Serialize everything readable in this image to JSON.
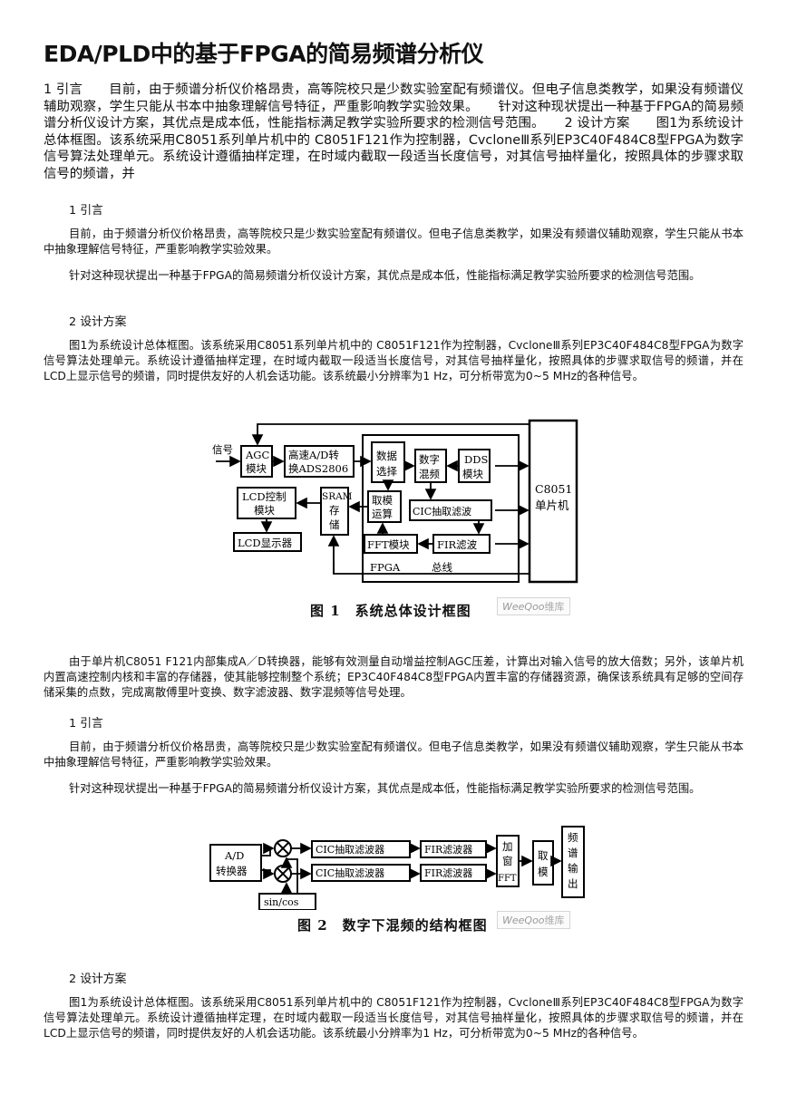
{
  "title": "EDA/PLD中的基于FPGA的简易频谱分析仪",
  "intro": "1 引言　　目前，由于频谱分析仪价格昂贵，高等院校只是少数实验室配有频谱仪。但电子信息类教学，如果没有频谱仪辅助观察，学生只能从书本中抽象理解信号特征，严重影响教学实验效果。　　针对这种现状提出一种基于FPGA的简易频谱分析仪设计方案，其优点是成本低，性能指标满足教学实验所要求的检测信号范围。　　2 设计方案　　图1为系统设计总体框图。该系统采用C8051系列单片机中的 C8051F121作为控制器，CvcloneⅢ系列EP3C40F484C8型FPGA为数字信号算法处理单元。系统设计遵循抽样定理，在时域内截取一段适当长度信号，对其信号抽样量化，按照具体的步骤求取信号的频谱，并",
  "sections": {
    "h1": "1 引言",
    "p1": "目前，由于频谱分析仪价格昂贵，高等院校只是少数实验室配有频谱仪。但电子信息类教学，如果没有频谱仪辅助观察，学生只能从书本中抽象理解信号特征，严重影响教学实验效果。",
    "p2": "针对这种现状提出一种基于FPGA的简易频谱分析仪设计方案，其优点是成本低，性能指标满足教学实验所要求的检测信号范围。",
    "h2": "2 设计方案",
    "p3": "图1为系统设计总体框图。该系统采用C8051系列单片机中的 C8051F121作为控制器，CvcloneⅢ系列EP3C40F484C8型FPGA为数字信号算法处理单元。系统设计遵循抽样定理，在时域内截取一段适当长度信号，对其信号抽样量化，按照具体的步骤求取信号的频谱，并在LCD上显示信号的频谱，同时提供友好的人机会话功能。该系统最小分辨率为1 Hz，可分析带宽为0~5 MHz的各种信号。",
    "p4": "由于单片机C8051 F121内部集成A／D转换器，能够有效测量自动增益控制AGC压差，计算出对输入信号的放大倍数；另外，该单片机内置高速控制内核和丰富的存储器，使其能够控制整个系统；EP3C40F484C8型FPGA内置丰富的存储器资源，确保该系统具有足够的空间存储采集的点数，完成离散傅里叶变换、数字滤波器、数字混频等信号处理。",
    "h3": "1 引言",
    "p5": "目前，由于频谱分析仪价格昂贵，高等院校只是少数实验室配有频谱仪。但电子信息类教学，如果没有频谱仪辅助观察，学生只能从书本中抽象理解信号特征，严重影响教学实验效果。",
    "p6": "针对这种现状提出一种基于FPGA的简易频谱分析仪设计方案，其优点是成本低，性能指标满足教学实验所要求的检测信号范围。",
    "h4": "2 设计方案",
    "p7": "图1为系统设计总体框图。该系统采用C8051系列单片机中的 C8051F121作为控制器，CvcloneⅢ系列EP3C40F484C8型FPGA为数字信号算法处理单元。系统设计遵循抽样定理，在时域内截取一段适当长度信号，对其信号抽样量化，按照具体的步骤求取信号的频谱，并在LCD上显示信号的频谱，同时提供友好的人机会话功能。该系统最小分辨率为1 Hz，可分析带宽为0~5 MHz的各种信号。"
  },
  "figure1": {
    "caption": "图 1　系统总体设计框图",
    "watermark_latin": "WeeQoo",
    "watermark_zh": "维库",
    "labels": {
      "signal": "信号",
      "agc1": "AGC",
      "agc2": "模块",
      "adc1": "高速A/D转",
      "adc2": "换ADS2806",
      "sel1": "数据",
      "sel2": "选择",
      "mix1": "数字",
      "mix2": "混频",
      "dds1": "DDS",
      "dds2": "模块",
      "mcu1": "C8051",
      "mcu2": "单片机",
      "lcdc1": "LCD控制",
      "lcdc2": "模块",
      "sram1": "SRAM",
      "sram2": "存",
      "sram3": "储",
      "mod1": "取模",
      "mod2": "运算",
      "cic": "CIC抽取滤波",
      "lcd": "LCD显示器",
      "fft": "FFT模块",
      "fir": "FIR滤波",
      "fpga": "FPGA",
      "bus": "总线"
    }
  },
  "figure2": {
    "caption": "图 2　数字下混频的结构框图",
    "watermark_latin": "WeeQoo",
    "watermark_zh": "维库",
    "labels": {
      "ad1": "A/D",
      "ad2": "转换器",
      "cic1": "CIC抽取滤波器",
      "cic2": "CIC抽取滤波器",
      "fir1": "FIR滤波器",
      "fir2": "FIR滤波器",
      "win1": "加",
      "win2": "窗",
      "win3": "FFT",
      "mod1": "取",
      "mod2": "模",
      "out1": "频",
      "out2": "谱",
      "out3": "输",
      "out4": "出",
      "sincos": "sin/cos"
    }
  }
}
